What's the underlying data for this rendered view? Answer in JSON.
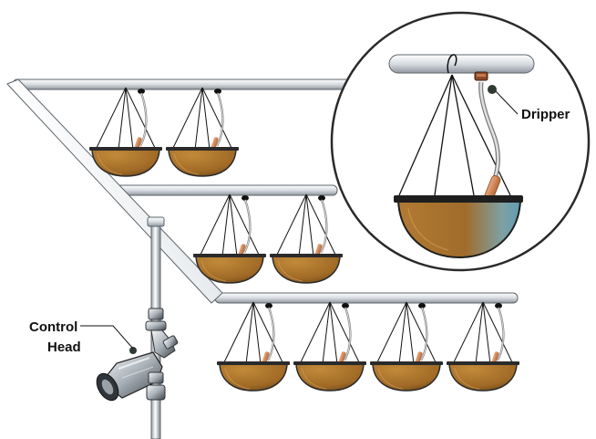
{
  "labels": {
    "dripper": "Dripper",
    "control_line1": "Control",
    "control_line2": "Head"
  },
  "colors": {
    "pipe_fill": "#e4e8ec",
    "pipe_stroke": "#5d656c",
    "soil": "#a8712a",
    "soil_highlight": "#6fa7b5",
    "dripper_tube": "#c9834f",
    "rim": "#2a2a2a",
    "label": "#111111"
  },
  "icons": [
    "hanging-basket-icon",
    "dripper-emitter-icon",
    "control-head-icon",
    "magnifier-circle-icon"
  ]
}
